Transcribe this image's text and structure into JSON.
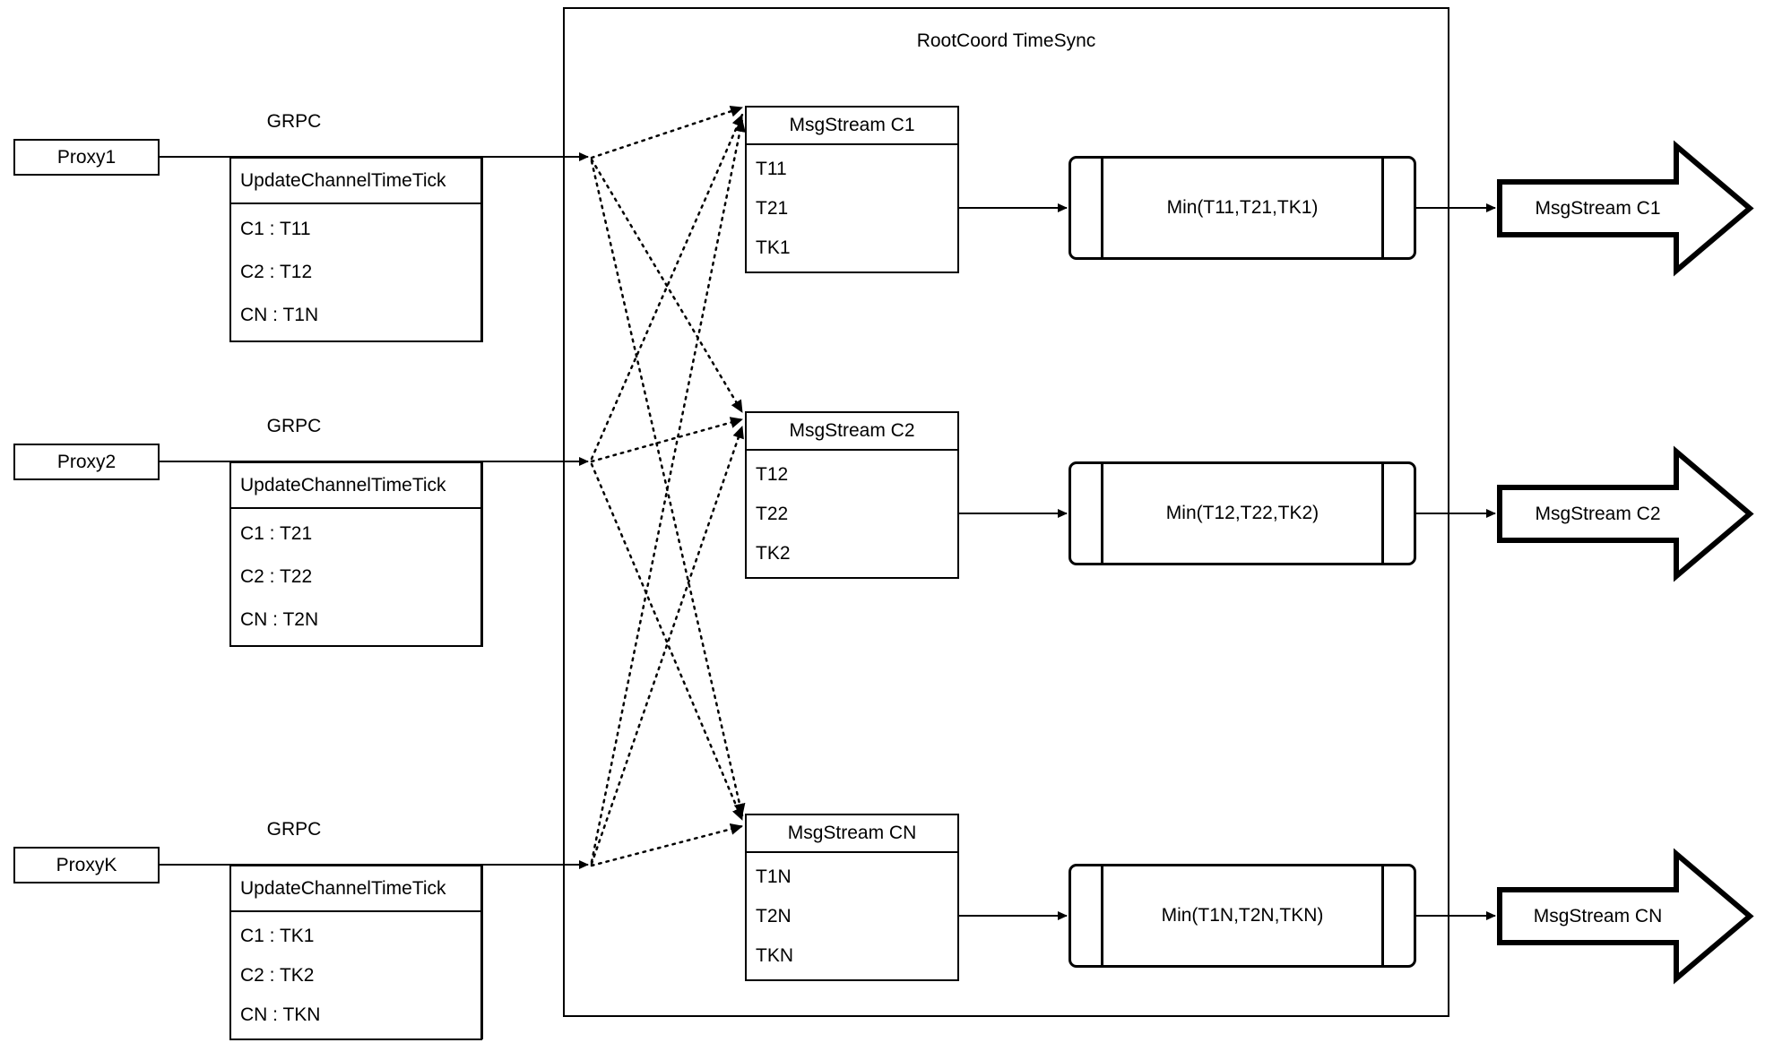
{
  "diagram": {
    "title": "RootCoord TimeSync",
    "container_label": "RootCoord TimeSync",
    "edge_label_grpc": "GRPC"
  },
  "proxies": [
    {
      "name": "Proxy1",
      "link_label": "GRPC",
      "request": {
        "title": "UpdateChannelTimeTick",
        "rows": [
          "C1 :  T11",
          "C2 :  T12",
          "CN : T1N"
        ]
      }
    },
    {
      "name": "Proxy2",
      "link_label": "GRPC",
      "request": {
        "title": "UpdateChannelTimeTick",
        "rows": [
          "C1 :  T21",
          "C2 :  T22",
          "CN : T2N"
        ]
      }
    },
    {
      "name": "ProxyK",
      "link_label": "GRPC",
      "request": {
        "title": "UpdateChannelTimeTick",
        "rows": [
          "C1 :  TK1",
          "C2 :  TK2",
          "CN : TKN"
        ]
      }
    }
  ],
  "channels": [
    {
      "stream": {
        "title": "MsgStream C1",
        "rows": [
          "T11",
          "T21",
          "TK1"
        ]
      },
      "process": {
        "label": "Min(T11,T21,TK1)"
      },
      "output": {
        "label": "MsgStream C1"
      }
    },
    {
      "stream": {
        "title": "MsgStream C2",
        "rows": [
          "T12",
          "T22",
          "TK2"
        ]
      },
      "process": {
        "label": "Min(T12,T22,TK2)"
      },
      "output": {
        "label": "MsgStream C2"
      }
    },
    {
      "stream": {
        "title": "MsgStream CN",
        "rows": [
          "T1N",
          "T2N",
          "TKN"
        ]
      },
      "process": {
        "label": "Min(T1N,T2N,TKN)"
      },
      "output": {
        "label": "MsgStream CN"
      }
    }
  ],
  "style": {
    "stroke": "#000000",
    "background": "#ffffff"
  }
}
